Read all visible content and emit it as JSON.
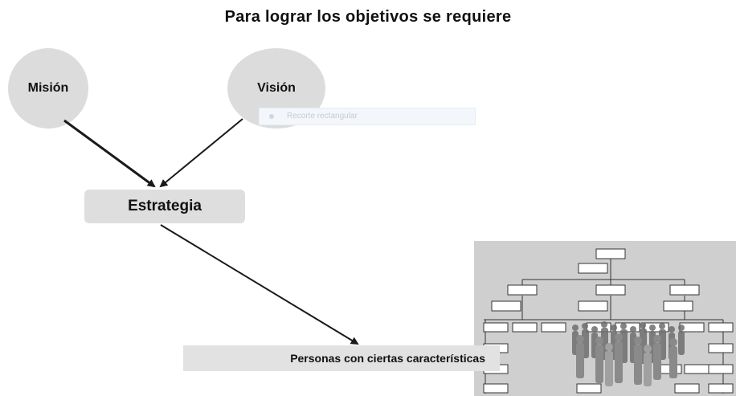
{
  "title": "Para lograr los objetivos se requiere",
  "nodes": {
    "mision": "Misión",
    "vision": "Visión",
    "estrategia": "Estrategia",
    "personas": "Personas con ciertas características"
  },
  "overlay": {
    "snip_label": "Recorte rectangular"
  },
  "colors": {
    "node_fill": "#dcdcdc",
    "arrow": "#1a1a1a",
    "org_background": "#cfcfcf"
  }
}
